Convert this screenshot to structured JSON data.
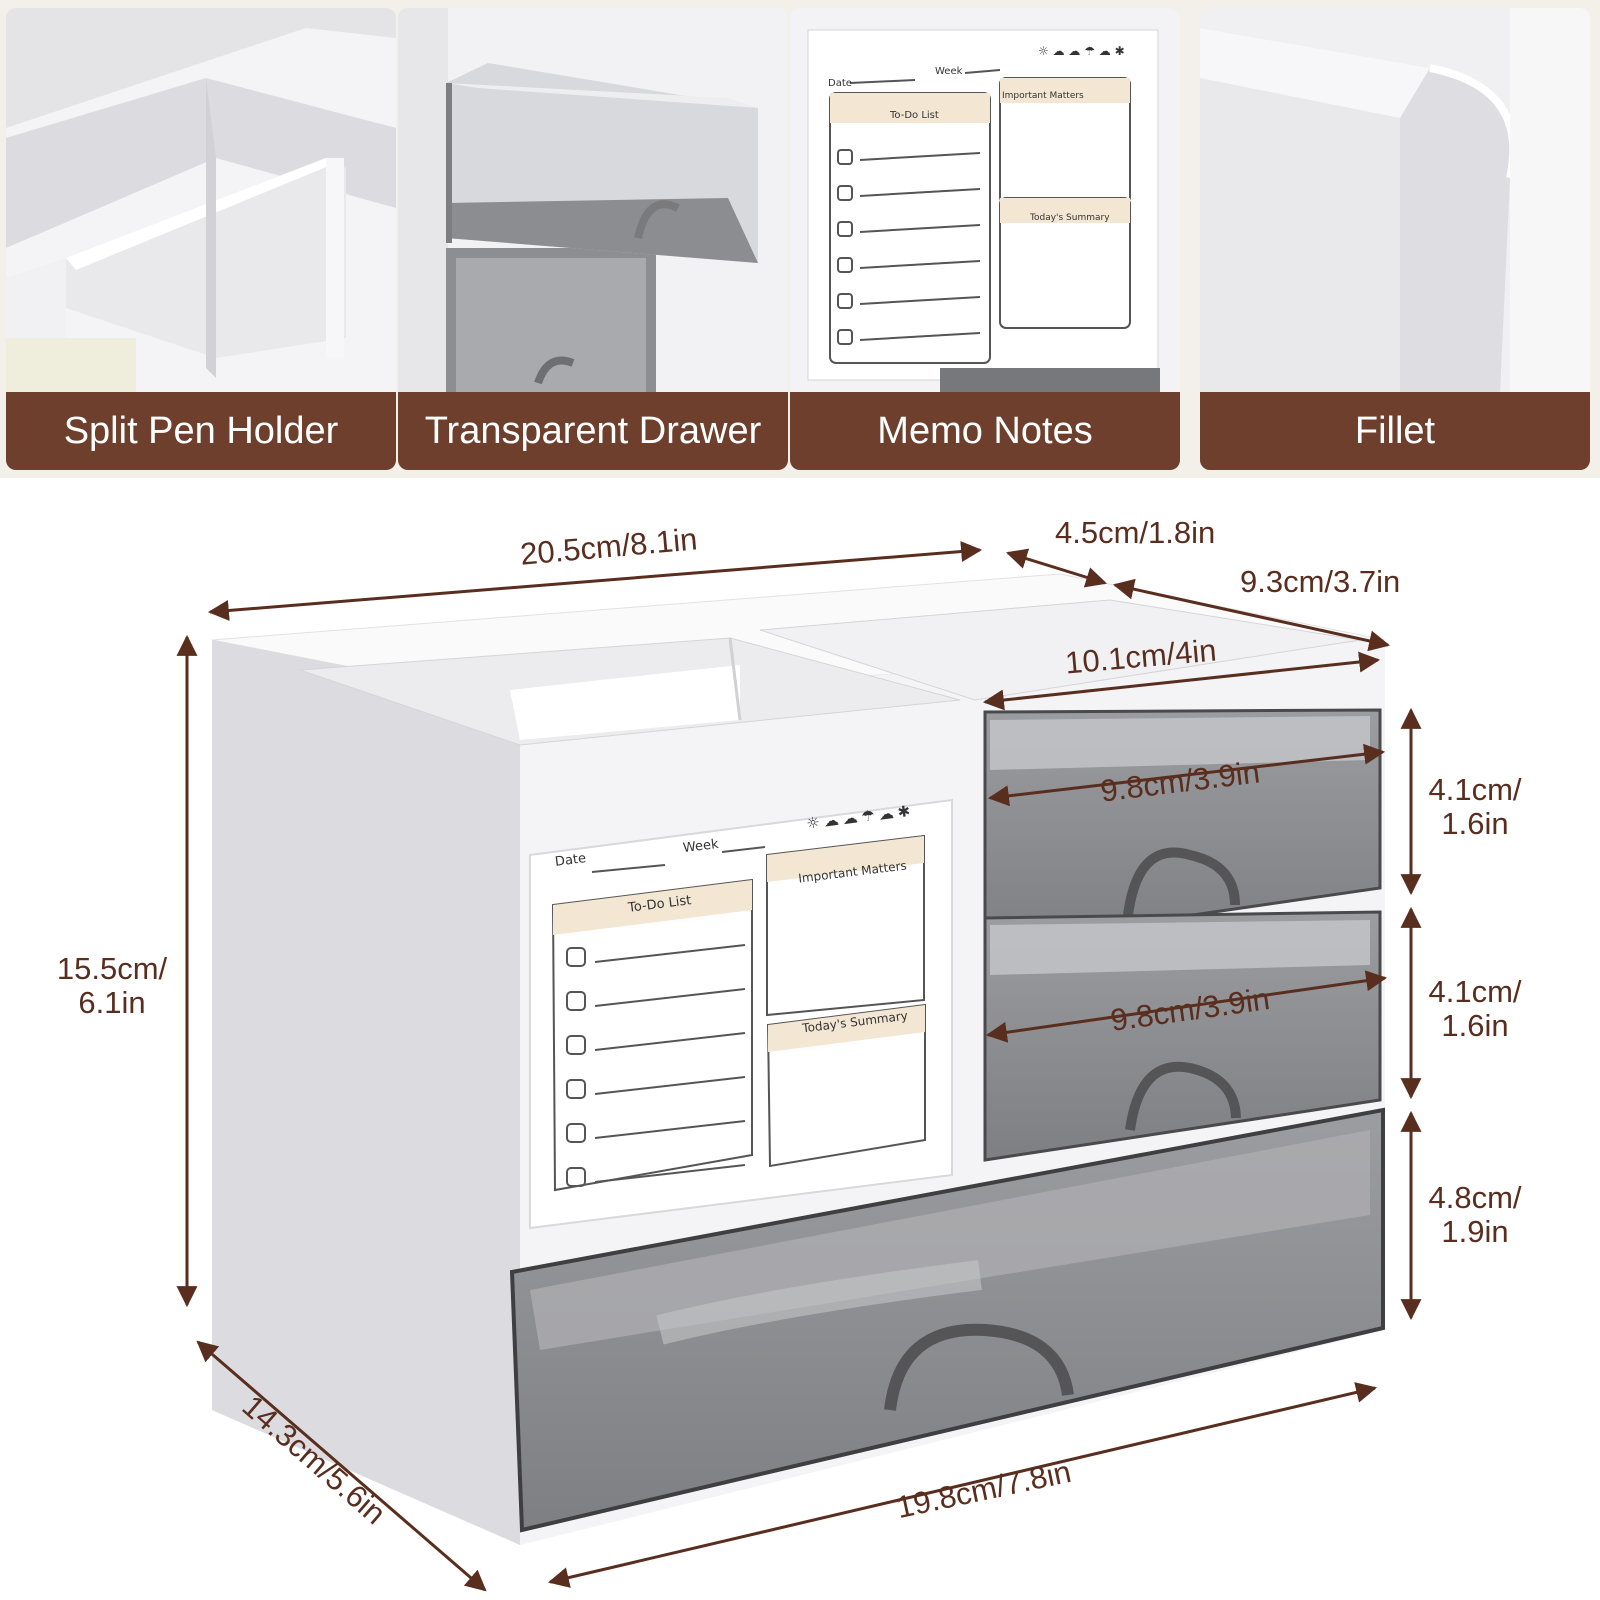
{
  "features": [
    {
      "label": "Split Pen Holder",
      "icon": "split-pen-holder-photo"
    },
    {
      "label": "Transparent Drawer",
      "icon": "transparent-drawer-photo"
    },
    {
      "label": "Memo Notes",
      "icon": "memo-notes-photo"
    },
    {
      "label": "Fillet",
      "icon": "rounded-corner-photo"
    }
  ],
  "memo": {
    "date": "Date",
    "week": "Week",
    "todo_title": "To-Do List",
    "important_title": "Important Matters",
    "summary_title": "Today's Summary",
    "weather_icons": [
      "sun-icon",
      "partly-cloudy-icon",
      "cloudy-icon",
      "rain-icon",
      "cloud-icon",
      "snow-icon"
    ]
  },
  "dimensions": {
    "width_top": "20.5cm/8.1in",
    "depth_upper": "4.5cm/1.8in",
    "depth_right": "9.3cm/3.7in",
    "compartment_width": "10.1cm/4in",
    "drawer1_width": "9.8cm/3.9in",
    "drawer2_width": "9.8cm/3.9in",
    "height_total_line1": "15.5cm/",
    "height_total_line2": "6.1in",
    "drawer1_height_line1": "4.1cm/",
    "drawer1_height_line2": "1.6in",
    "drawer2_height_line1": "4.1cm/",
    "drawer2_height_line2": "1.6in",
    "drawer3_height_line1": "4.8cm/",
    "drawer3_height_line2": "1.9in",
    "depth_bottom": "14.3cm/5.6in",
    "width_bottom": "19.8cm/7.8in"
  },
  "colors": {
    "brand_band": "#6e3f2c",
    "dimension": "#5a2e1f",
    "memo_header": "#f3e7d3",
    "drawer_tint": "#6f7073"
  }
}
